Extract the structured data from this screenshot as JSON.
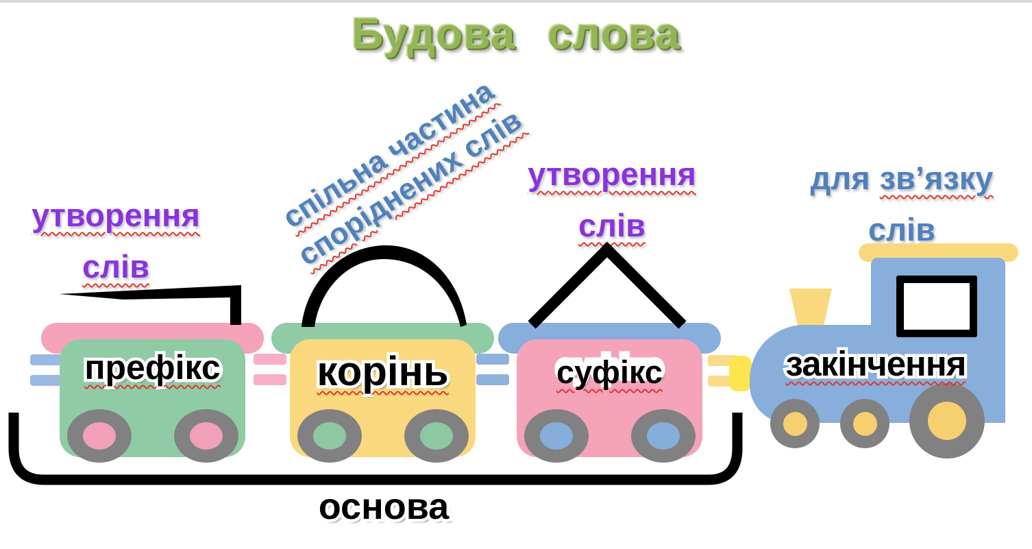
{
  "title": {
    "text": "Будова слова",
    "color": "#94b556"
  },
  "annotations": {
    "prefix_function": {
      "line1": "утворення",
      "line2": "слів",
      "color": "#8a32e0"
    },
    "root_meaning": {
      "line1": "спільна частина",
      "line2": "споріднених слів",
      "color": "#4f81bd",
      "rotation_deg": -33
    },
    "suffix_function": {
      "line1": "утворення",
      "line2": "слів",
      "color": "#8a32e0"
    },
    "ending_function": {
      "line1_plain": "для",
      "line1_underlined": "зв’язку",
      "line2": "слів",
      "color": "#4f81bd"
    },
    "spellcheck_underline_color": "#e0372e"
  },
  "train": {
    "cars": [
      {
        "label": "префікс",
        "morpheme_symbol": "prefix-mark",
        "style": "--bar:#f5a3b9;--body:#8fcca5;--hub:#f1a0ba"
      },
      {
        "label": "корінь",
        "morpheme_symbol": "root-arc",
        "style": "--bar:#8fcca5;--body:#fad97e;--hub:#8cc8a2"
      },
      {
        "label": "суфікс",
        "morpheme_symbol": "suffix-caret",
        "style": "--bar:#88aedb;--body:#f5a3b9;--hub:#86aeda"
      }
    ],
    "locomotive": {
      "label": "закінчення",
      "morpheme_symbol": "ending-square",
      "style": "--body:#88aedb;--accent:#fad97e;--hub:#f6cf6e"
    },
    "wheel_color": "#818181",
    "couplers": [
      {
        "pos": "left-of-prefix",
        "style": "--c:#9ab9e2"
      },
      {
        "pos": "prefix-root",
        "style": "--c:#f6afc6"
      },
      {
        "pos": "root-suffix",
        "style": "--c:#8fb2dd"
      },
      {
        "pos": "suffix-locomotive",
        "style": "--c:#fbdb88;--knuckle:#fce54f"
      }
    ]
  },
  "stem": {
    "label": "основа",
    "bracket_color": "#000000"
  }
}
